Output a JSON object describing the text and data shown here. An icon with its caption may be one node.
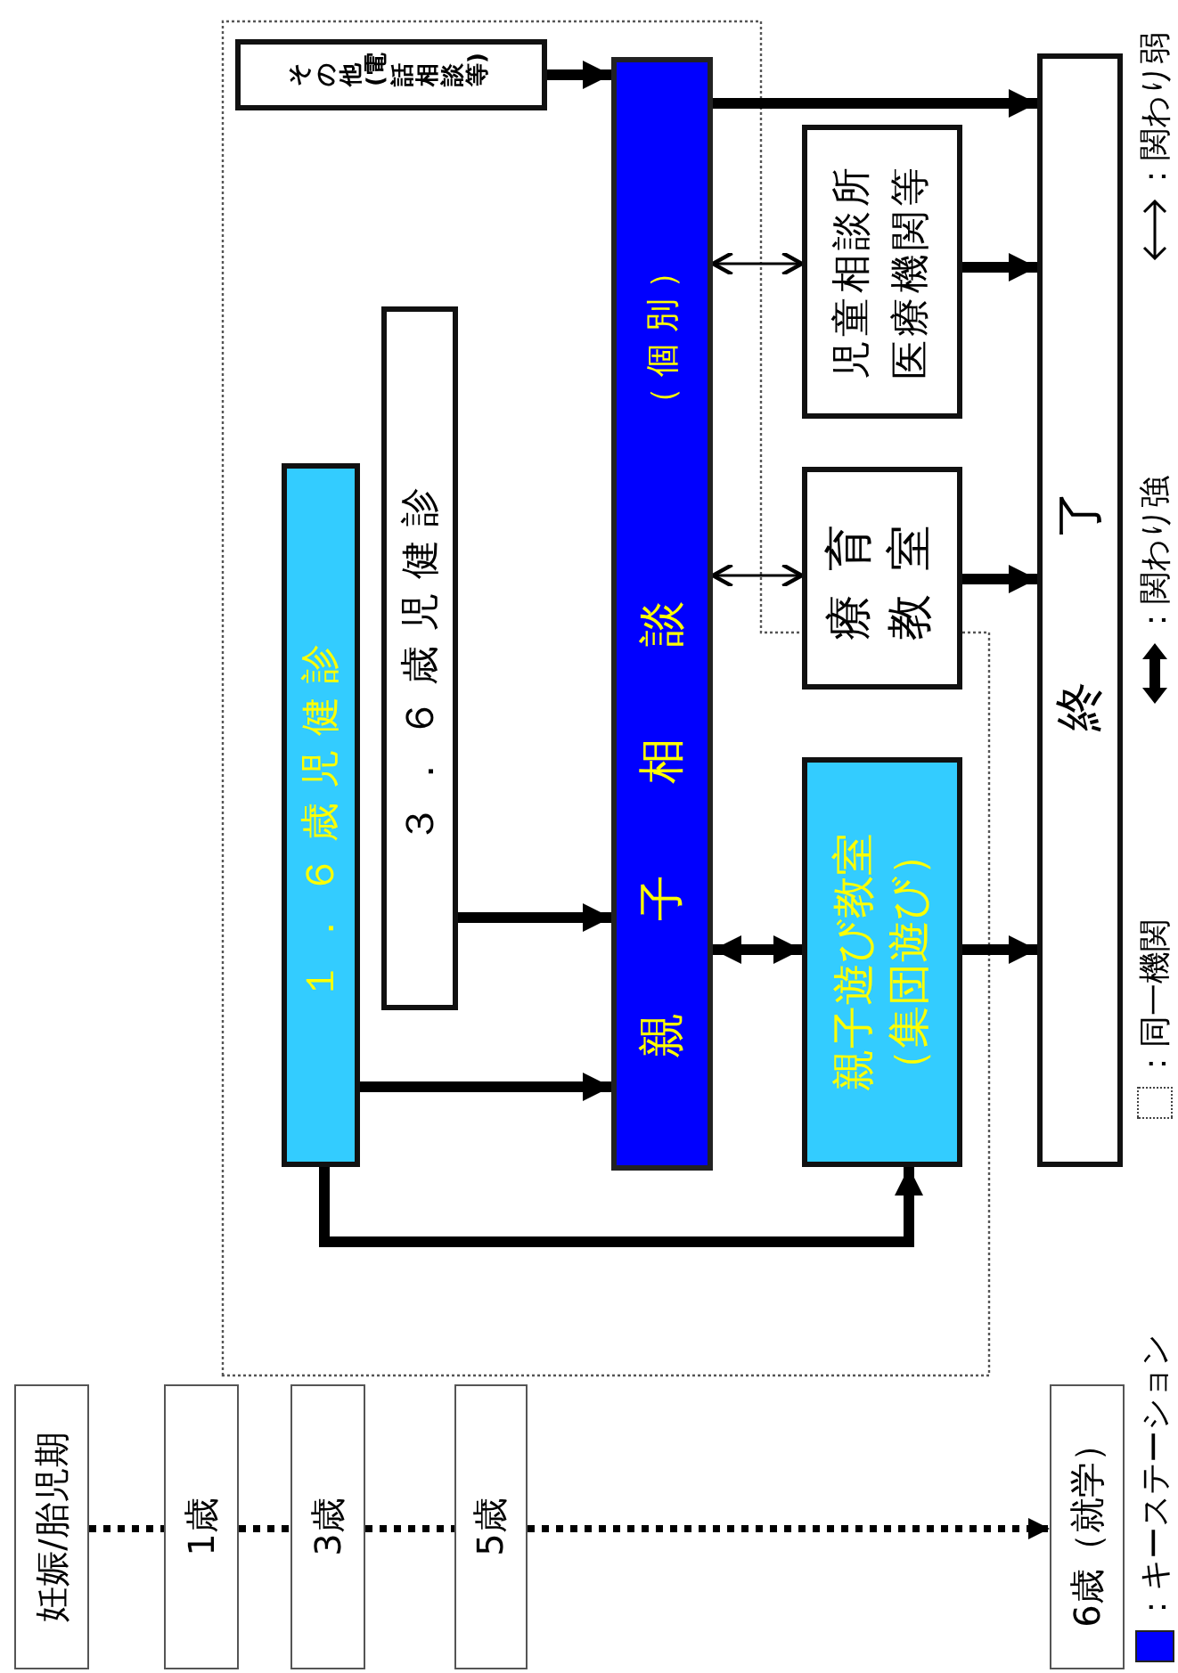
{
  "diagram": {
    "nodes": [
      {
        "text": [
          "その他(電話相談等)"
        ]
      },
      {
        "text": [
          "１．６歳児健診"
        ]
      },
      {
        "text": [
          "３．６歳児健診"
        ]
      },
      {
        "text": [
          "親子相談",
          "（個別）"
        ]
      },
      {
        "text": [
          "親子遊び教室",
          "（集団遊び）"
        ]
      },
      {
        "text": [
          "療育教室"
        ]
      },
      {
        "text": [
          "児童相談所",
          "医療機関等"
        ]
      },
      {
        "text": [
          "終了"
        ]
      },
      {
        "text": [
          "妊娠/胎児期"
        ]
      },
      {
        "text": [
          "1歳"
        ]
      },
      {
        "text": [
          "3歳"
        ]
      },
      {
        "text": [
          "5歳"
        ]
      },
      {
        "text": [
          "6歳（就学）"
        ]
      }
    ],
    "edges": [
      {
        "from": 0,
        "to": 3,
        "arrow": "to"
      },
      {
        "from": 3,
        "to": 7,
        "arrow": "to"
      },
      {
        "from": 3,
        "to": 6,
        "arrow": "both"
      },
      {
        "from": 3,
        "to": 5,
        "arrow": "both"
      },
      {
        "from": 6,
        "to": 7,
        "arrow": "to"
      },
      {
        "from": 5,
        "to": 7,
        "arrow": "to"
      },
      {
        "from": 3,
        "to": 4,
        "arrow": "both"
      },
      {
        "from": 4,
        "to": 7,
        "arrow": "to"
      },
      {
        "from": 2,
        "to": 3,
        "arrow": "to"
      },
      {
        "from": 1,
        "to": 3,
        "arrow": "to"
      },
      {
        "from": 1,
        "to": 4,
        "arrow": "to"
      },
      {
        "from": 8,
        "to": 9,
        "arrow": "none",
        "style": "dashed"
      },
      {
        "from": 9,
        "to": 10,
        "arrow": "none",
        "style": "dashed"
      },
      {
        "from": 10,
        "to": 11,
        "arrow": "none",
        "style": "dashed"
      },
      {
        "from": 11,
        "to": 12,
        "arrow": "to",
        "style": "dashed"
      }
    ],
    "legend": [
      {
        "text": "：キーステーション",
        "color": "#0000ff"
      },
      {
        "text": "：同一機関"
      },
      {
        "text": "：関わり強"
      },
      {
        "text": "：関わり弱"
      }
    ]
  }
}
